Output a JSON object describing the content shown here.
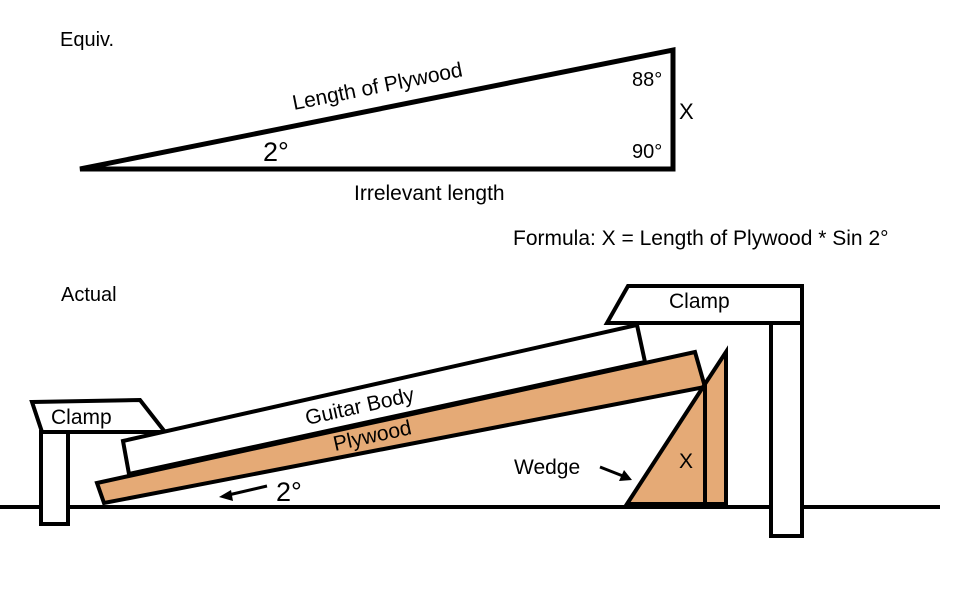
{
  "equiv": {
    "heading": "Equiv.",
    "hypotenuse_label": "Length of Plywood",
    "base_label": "Irrelevant length",
    "side_label": "X",
    "angle_small": "2°",
    "angle_top": "88°",
    "angle_right": "90°",
    "formula": "Formula: X = Length of Plywood * Sin 2°"
  },
  "actual": {
    "heading": "Actual",
    "clamp_left": "Clamp",
    "clamp_right": "Clamp",
    "guitar_body": "Guitar Body",
    "plywood": "Plywood",
    "wedge": "Wedge",
    "wedge_x": "X",
    "angle": "2°"
  },
  "colors": {
    "plywood": "#e5aa76",
    "outline": "#000000",
    "background": "#ffffff"
  }
}
